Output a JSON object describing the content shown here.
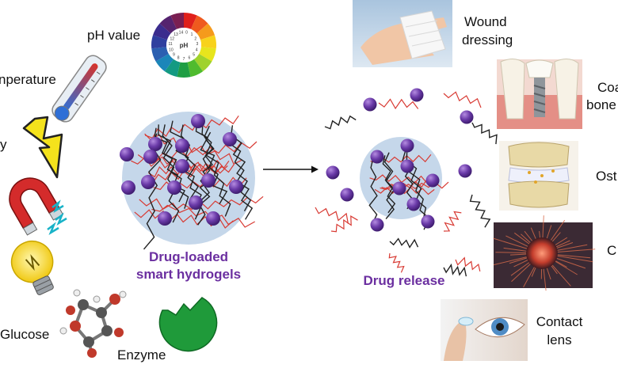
{
  "stimuli": {
    "ph": "pH value",
    "temperature": "nperature",
    "light": "y",
    "glucose": "Glucose",
    "enzyme": "Enzyme",
    "ph_wheel_center": "pH",
    "ph_wheel_numbers": [
      "0",
      "1",
      "2",
      "3",
      "4",
      "5",
      "6",
      "7",
      "8",
      "9",
      "10",
      "11",
      "12",
      "13",
      "14"
    ]
  },
  "center": {
    "hydrogel_line1": "Drug-loaded",
    "hydrogel_line2": "smart hydrogels",
    "release": "Drug release"
  },
  "applications": {
    "wound_line1": "Wound",
    "wound_line2": "dressing",
    "coating_line1": "Coa",
    "coating_line2": "bone",
    "osteo": "Ost",
    "cancer": "C",
    "lens_line1": "Contact",
    "lens_line2": "lens"
  },
  "colors": {
    "drug": "#6a3aa8",
    "gel": "#c5d7ea",
    "red_fiber": "#d83a33",
    "black_fiber": "#222222",
    "label_purple": "#6b2fa0"
  }
}
